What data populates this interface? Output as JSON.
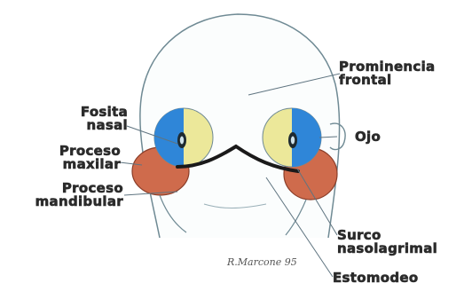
{
  "labels": {
    "fosita_1": "Fosita",
    "fosita_2": "nasal",
    "proceso_maxilar_1": "Proceso",
    "proceso_maxilar_2": "maxilar",
    "proceso_mandibular_1": "Proceso",
    "proceso_mandibular_2": "mandibular",
    "prominencia_1": "Prominencia",
    "prominencia_2": "frontal",
    "ojo": "Ojo",
    "surco_1": "Surco",
    "surco_2": "nasolagrimal",
    "estomodeo": "Estomodeo"
  },
  "signature": "R.Marcone 95",
  "colors": {
    "outline": "#6f8a94",
    "head_fill": "#fbfdfd",
    "eye_blue": "#2f86d8",
    "eye_yellow": "#ece89a",
    "maxillary": "#cf6b4c",
    "mouth_line": "#1a1a1a",
    "label_text": "#2b2b2b"
  }
}
